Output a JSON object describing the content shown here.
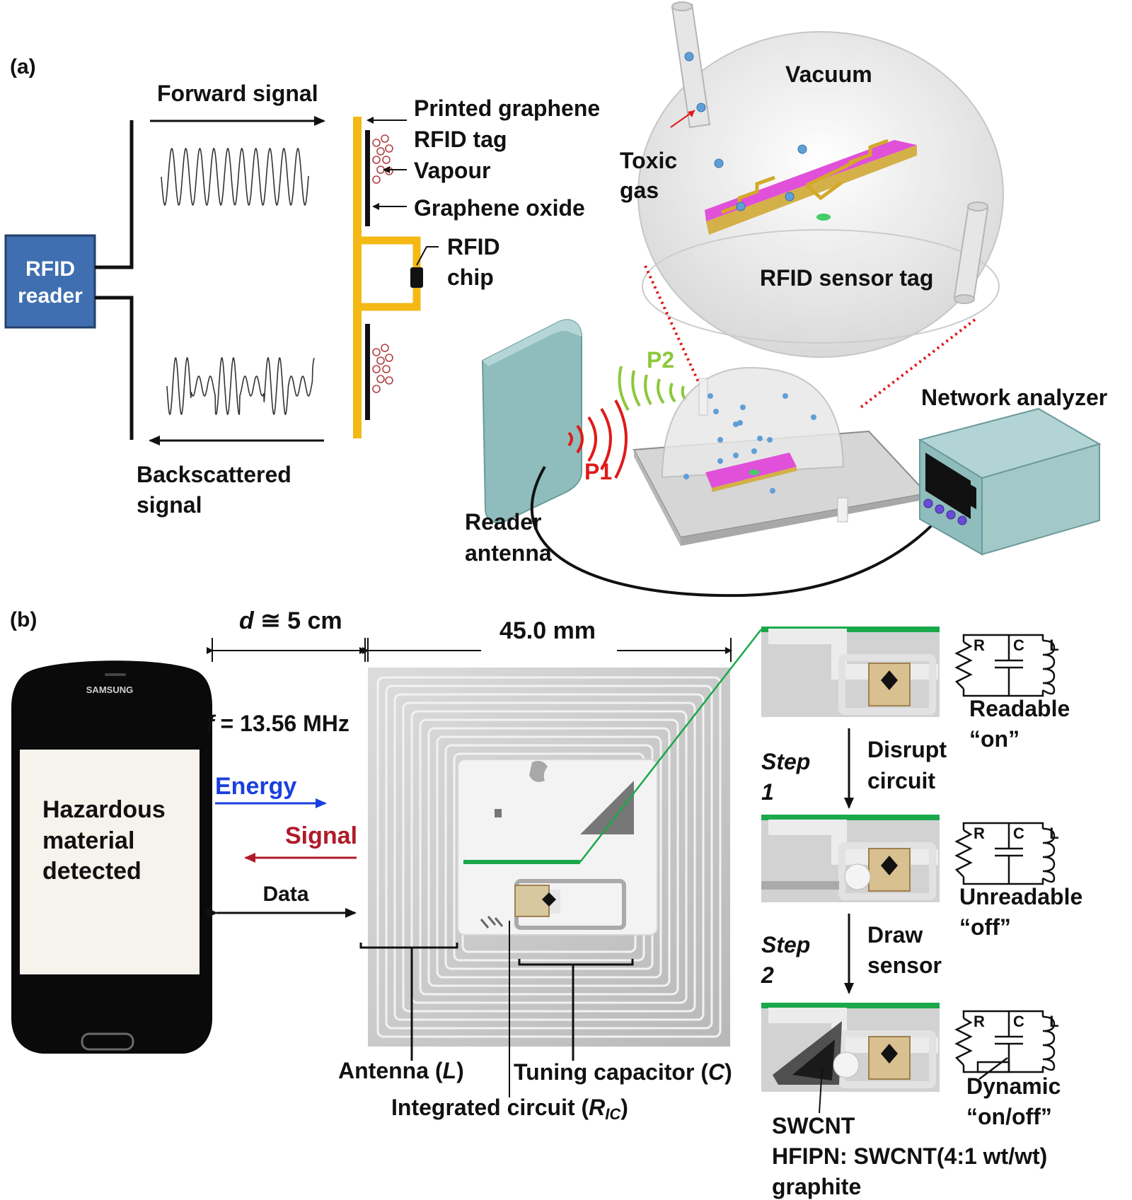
{
  "panel_a": {
    "label": "(a)",
    "forward_signal": "Forward signal",
    "backscattered_line1": "Backscattered",
    "backscattered_line2": "signal",
    "reader_line1": "RFID",
    "reader_line2": "reader",
    "tag_line1": "Printed graphene",
    "tag_line2": "RFID tag",
    "vapour": "Vapour",
    "graphene_oxide": "Graphene oxide",
    "chip_line1": "RFID",
    "chip_line2": "chip",
    "vacuum": "Vacuum",
    "toxic_line1": "Toxic",
    "toxic_line2": "gas",
    "sensor_tag": "RFID sensor tag",
    "p1": "P1",
    "p2": "P2",
    "network_analyzer": "Network analyzer",
    "reader_antenna_line1": "Reader",
    "reader_antenna_line2": "antenna"
  },
  "panel_b": {
    "label": "(b)",
    "distance_var": "d",
    "distance_rest": " ≅ 5 cm",
    "width": "45.0 mm",
    "freq_var": "f",
    "freq_rest": " = 13.56 MHz",
    "phone_brand": "SAMSUNG",
    "screen_line1": "Hazardous",
    "screen_line2": "material",
    "screen_line3": "detected",
    "energy": "Energy",
    "signal": "Signal",
    "data": "Data",
    "antenna_pre": "Antenna (",
    "antenna_var": "L",
    "antenna_post": ")",
    "capacitor_pre": "Tuning capacitor (",
    "capacitor_var": "C",
    "capacitor_post": ")",
    "ic_pre": "Integrated circuit (",
    "ic_var": "R",
    "ic_sub": "IC",
    "ic_post": ")",
    "step1_word": "Step",
    "step1_num": "1",
    "step2_word": "Step",
    "step2_num": "2",
    "disrupt_line1": "Disrupt",
    "disrupt_line2": "circuit",
    "draw_line1": "Draw",
    "draw_line2": "sensor",
    "readable": "Readable",
    "readable_state": "“on”",
    "unreadable": "Unreadable",
    "unreadable_state": "“off”",
    "dynamic": "Dynamic",
    "dynamic_state": "“on/off”",
    "circuit_r": "R",
    "circuit_c": "C",
    "circuit_l": "L",
    "swcnt": "SWCNT",
    "hfipn": "HFIPN: SWCNT(4:1 wt/wt)",
    "graphite": "graphite"
  },
  "colors": {
    "reader_box": "#3f6fb0",
    "tag_gold": "#f5b915",
    "sensor_pink": "#e050d8",
    "green": "#1aa84a",
    "energy_blue": "#1a3fe0",
    "signal_red": "#b01a2a",
    "p1_red": "#e01a1a",
    "p2_green": "#8cc83c",
    "teal": "#8fbcbc"
  }
}
